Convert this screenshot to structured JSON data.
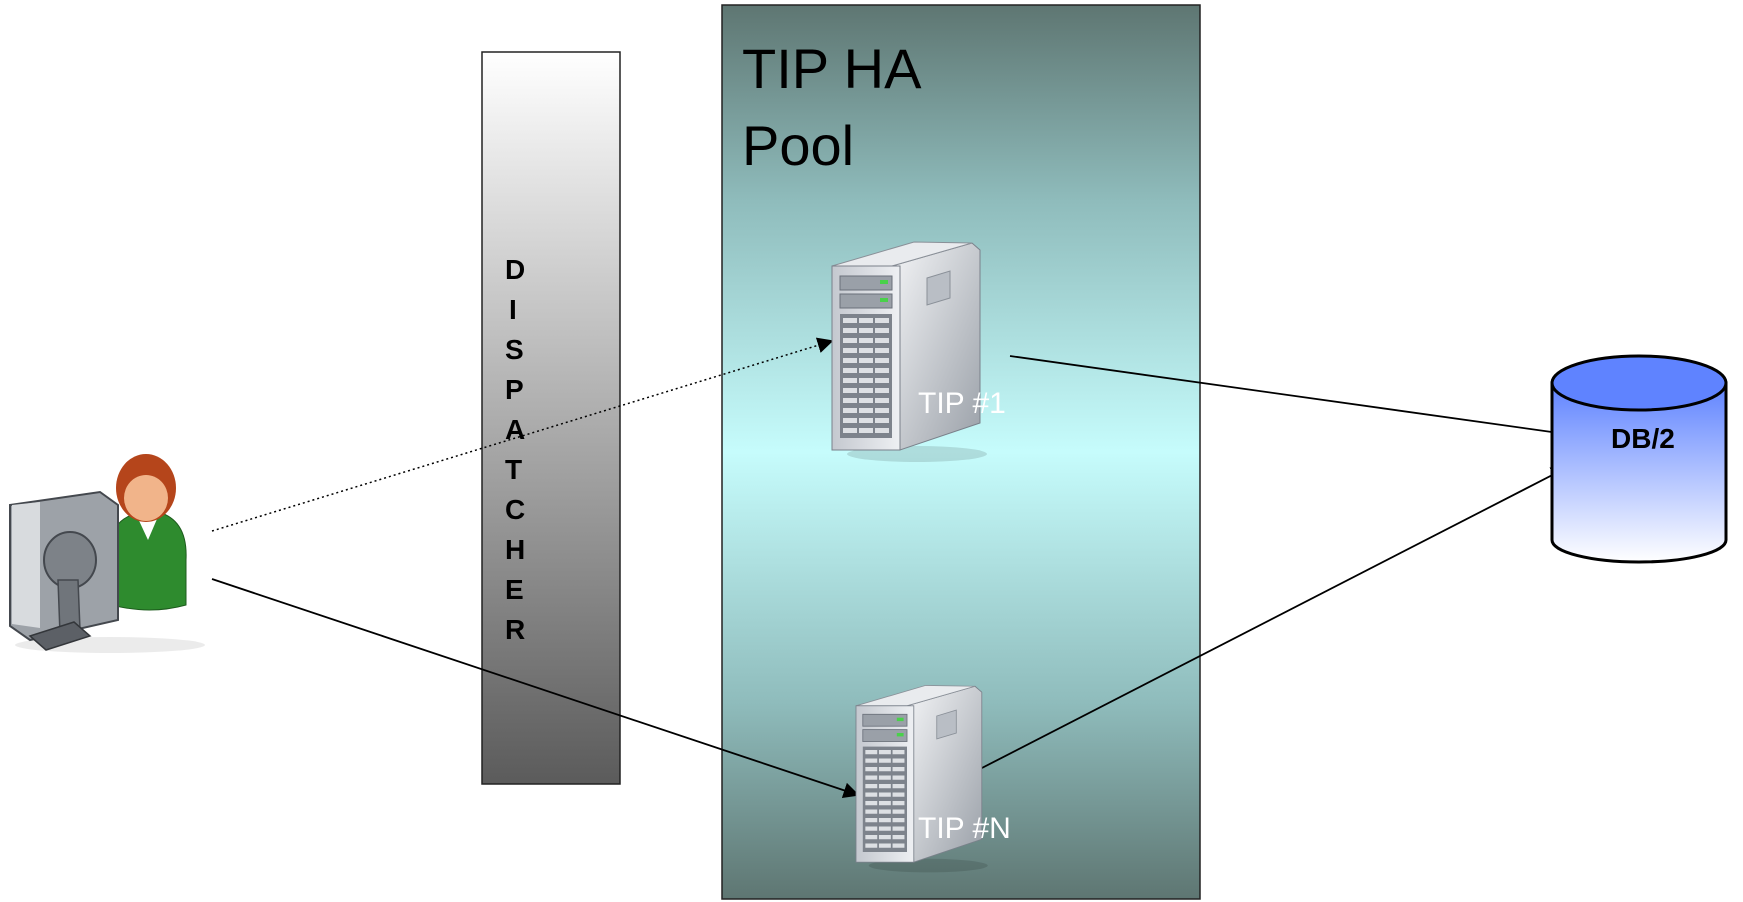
{
  "diagram": {
    "pool": {
      "title_line1": "TIP HA",
      "title_line2": "Pool"
    },
    "dispatcher": {
      "letters": [
        "D",
        "I",
        "S",
        "P",
        "A",
        "T",
        "C",
        "H",
        "E",
        "R"
      ]
    },
    "servers": [
      {
        "label": "TIP #1"
      },
      {
        "label": "TIP #N"
      }
    ],
    "database": {
      "label": "DB/2"
    },
    "icons": {
      "user": "user-at-computer-icon",
      "server": "server-tower-icon",
      "database": "database-cylinder-icon"
    },
    "colors": {
      "pool_edge": "#5f7774",
      "pool_center": "#c6fcfc",
      "dispatcher_top": "#ffffff",
      "dispatcher_bottom": "#5a5a5a",
      "db_top": "#6a8cff",
      "db_bottom": "#ffffff"
    }
  }
}
